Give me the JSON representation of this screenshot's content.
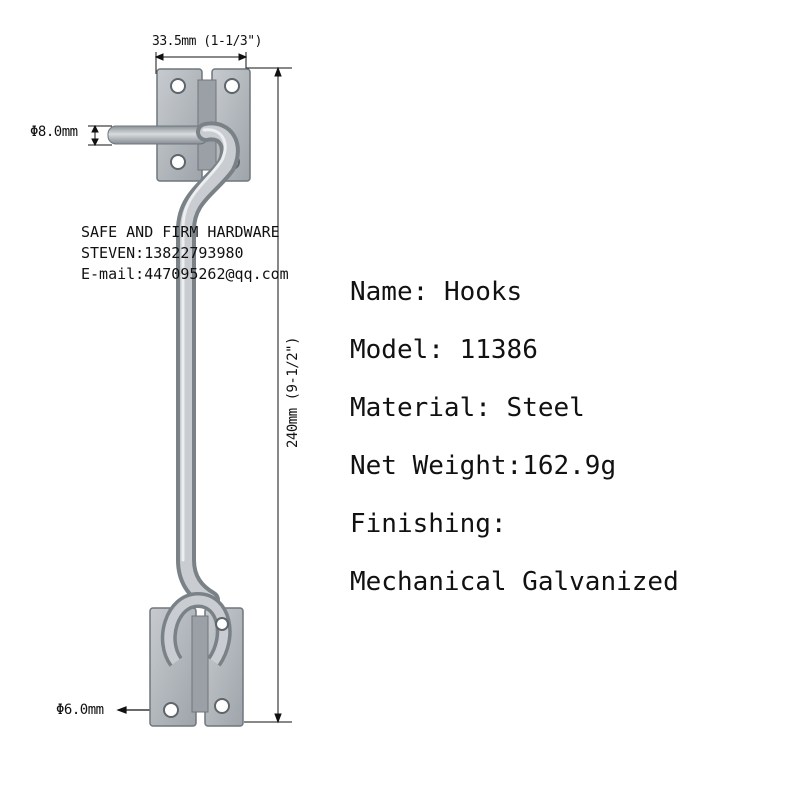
{
  "dimensions": {
    "width_label": "33.5mm (1-1/3\")",
    "length_label": "240mm (9-1/2\")",
    "rod_diameter_label": "Φ8.0mm",
    "hole_diameter_label": "Φ6.0mm"
  },
  "contact": {
    "company": "SAFE AND FIRM HARDWARE",
    "phone": "STEVEN:13822793980",
    "email": "E-mail:447095262@qq.com"
  },
  "specs": {
    "name": {
      "label": "Name:",
      "value": "Hooks"
    },
    "model": {
      "label": "Model:",
      "value": "11386"
    },
    "material": {
      "label": "Material:",
      "value": "Steel"
    },
    "weight": {
      "label": "Net Weight:",
      "value": "162.9g"
    },
    "finishing": {
      "label": "Finishing:",
      "value": "Mechanical Galvanized"
    }
  },
  "colors": {
    "metal": "#b9bec3",
    "metal_dark": "#7d848b",
    "metal_light": "#dde1e4",
    "text": "#111111"
  }
}
